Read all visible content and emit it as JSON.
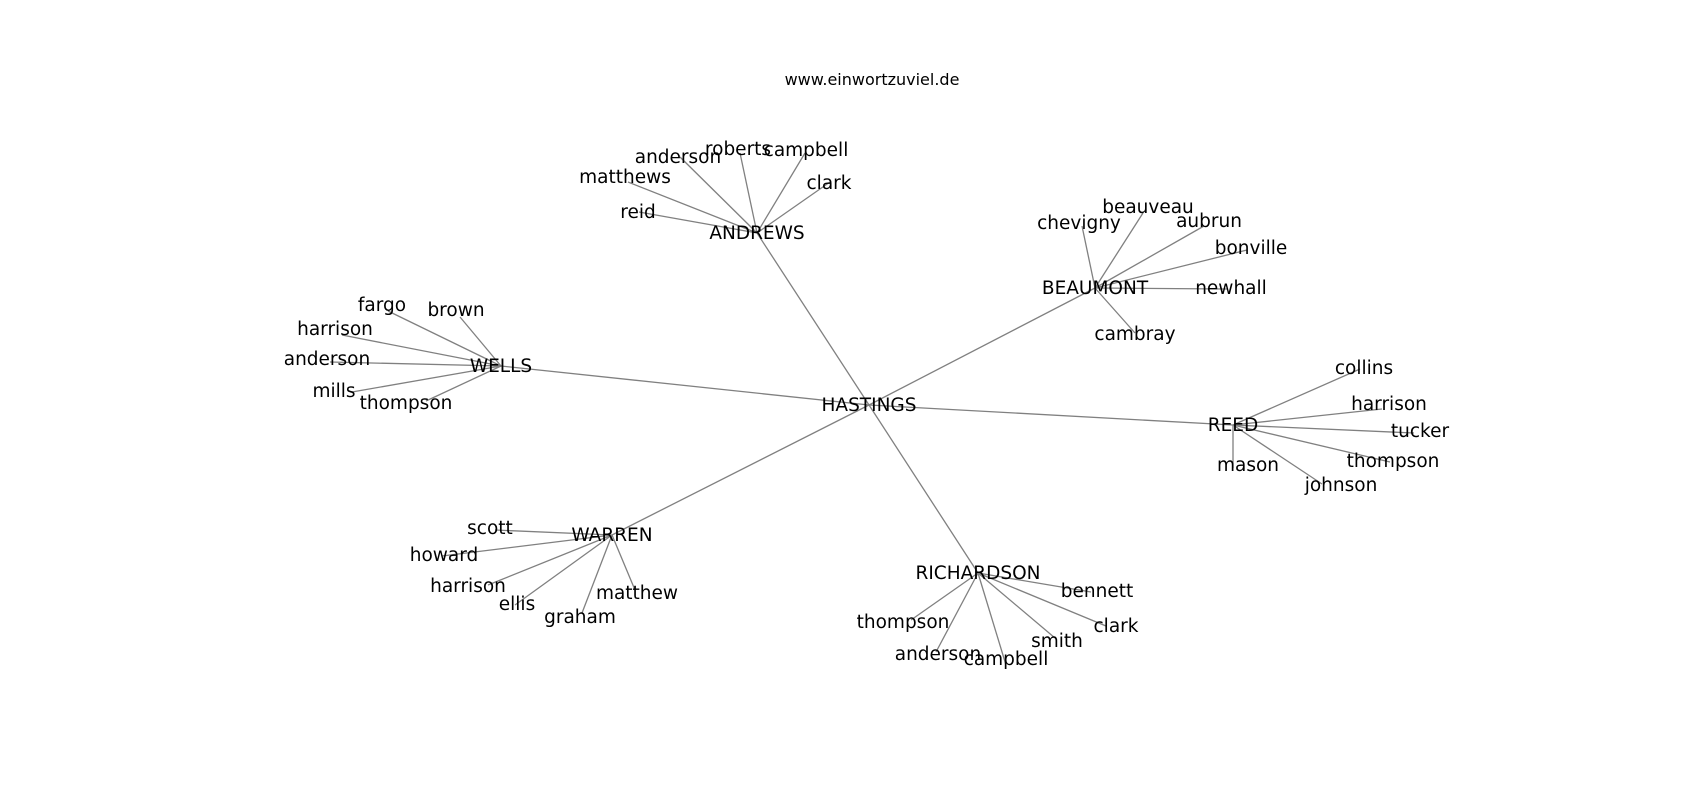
{
  "header": {
    "site": "www.einwortzuviel.de"
  },
  "graph": {
    "root": "HASTINGS",
    "hubs": [
      {
        "name": "ANDREWS",
        "leaves": [
          "reid",
          "matthews",
          "anderson",
          "roberts",
          "campbell",
          "clark"
        ]
      },
      {
        "name": "BEAUMONT",
        "leaves": [
          "chevigny",
          "beauveau",
          "aubrun",
          "bonville",
          "newhall",
          "cambray"
        ]
      },
      {
        "name": "WELLS",
        "leaves": [
          "fargo",
          "brown",
          "harrison",
          "anderson",
          "mills",
          "thompson"
        ]
      },
      {
        "name": "REED",
        "leaves": [
          "collins",
          "harrison",
          "tucker",
          "thompson",
          "mason",
          "johnson"
        ]
      },
      {
        "name": "WARREN",
        "leaves": [
          "scott",
          "howard",
          "harrison",
          "ellis",
          "graham",
          "matthew"
        ]
      },
      {
        "name": "RICHARDSON",
        "leaves": [
          "bennett",
          "clark",
          "smith",
          "thompson",
          "anderson",
          "campbell"
        ]
      }
    ]
  }
}
